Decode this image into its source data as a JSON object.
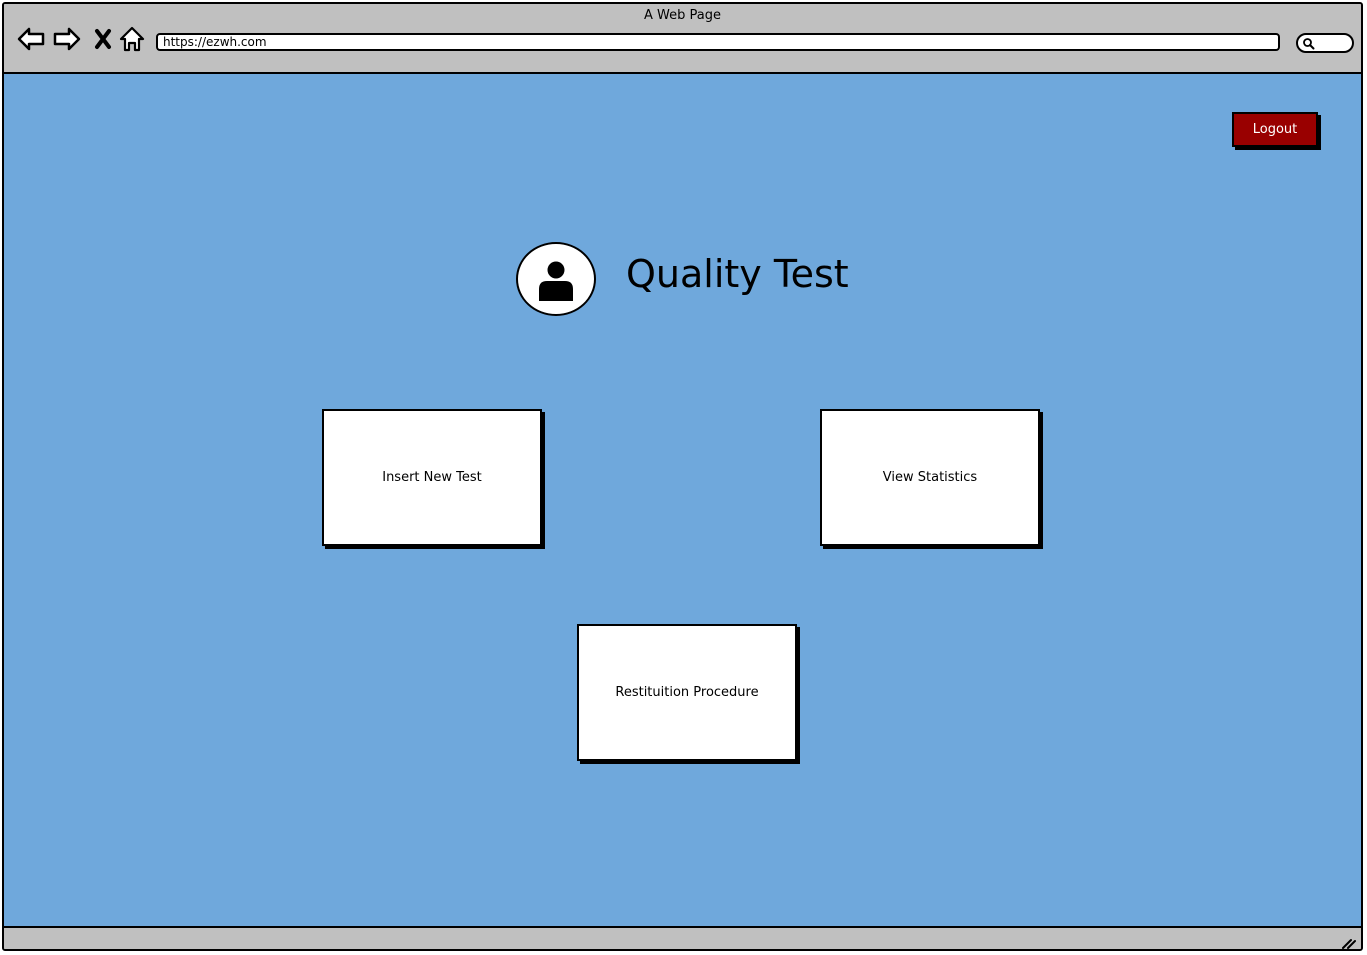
{
  "window": {
    "title": "A Web Page",
    "url": "https://ezwh.com"
  },
  "nav": {
    "back_icon": "back-arrow-icon",
    "forward_icon": "forward-arrow-icon",
    "stop_icon": "close-icon",
    "home_icon": "home-icon",
    "search_icon": "search-icon"
  },
  "header": {
    "logout_label": "Logout",
    "title": "Quality Test",
    "avatar_icon": "user-icon"
  },
  "menu": {
    "items": [
      {
        "label": "Insert New Test"
      },
      {
        "label": "View Statistics"
      },
      {
        "label": "Restituition Procedure"
      }
    ]
  },
  "colors": {
    "background": "#6fa8dc",
    "chrome": "#c0c0c0",
    "logout": "#990000"
  }
}
